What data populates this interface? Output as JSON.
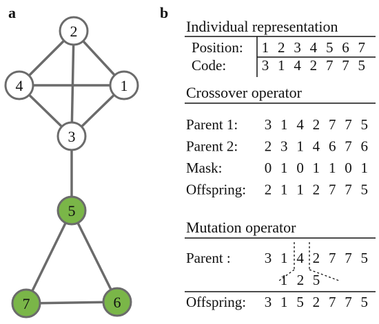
{
  "panel_a": {
    "label": "a",
    "nodes": [
      {
        "id": "1",
        "label": "1",
        "highlighted": false
      },
      {
        "id": "2",
        "label": "2",
        "highlighted": false
      },
      {
        "id": "3",
        "label": "3",
        "highlighted": false
      },
      {
        "id": "4",
        "label": "4",
        "highlighted": false
      },
      {
        "id": "5",
        "label": "5",
        "highlighted": true
      },
      {
        "id": "6",
        "label": "6",
        "highlighted": true
      },
      {
        "id": "7",
        "label": "7",
        "highlighted": true
      }
    ],
    "edges": [
      [
        "2",
        "4"
      ],
      [
        "2",
        "1"
      ],
      [
        "2",
        "3"
      ],
      [
        "4",
        "1"
      ],
      [
        "4",
        "3"
      ],
      [
        "1",
        "3"
      ],
      [
        "3",
        "5"
      ],
      [
        "5",
        "7"
      ],
      [
        "5",
        "6"
      ],
      [
        "7",
        "6"
      ]
    ],
    "colors": {
      "node_fill": "#ffffff",
      "highlight_fill": "#7ab648",
      "stroke": "#6b6b6b"
    }
  },
  "panel_b": {
    "label": "b",
    "individual": {
      "title": "Individual representation",
      "position_label": "Position:",
      "position_values": [
        "1",
        "2",
        "3",
        "4",
        "5",
        "6",
        "7"
      ],
      "code_label": "Code:",
      "code_values": [
        "3",
        "1",
        "4",
        "2",
        "7",
        "7",
        "5"
      ]
    },
    "crossover": {
      "title": "Crossover operator",
      "rows": [
        {
          "label": "Parent 1:",
          "values": [
            "3",
            "1",
            "4",
            "2",
            "7",
            "7",
            "5"
          ]
        },
        {
          "label": "Parent 2:",
          "values": [
            "2",
            "3",
            "1",
            "4",
            "6",
            "7",
            "6"
          ]
        },
        {
          "label": "Mask:",
          "values": [
            "0",
            "1",
            "0",
            "1",
            "1",
            "0",
            "1"
          ]
        },
        {
          "label": "Offspring:",
          "values": [
            "2",
            "1",
            "1",
            "2",
            "7",
            "7",
            "5"
          ]
        }
      ]
    },
    "mutation": {
      "title": "Mutation operator",
      "parent_label": "Parent :",
      "parent_values": [
        "3",
        "1",
        "4",
        "2",
        "7",
        "7",
        "5"
      ],
      "choices": [
        "1",
        "2",
        "5"
      ],
      "offspring_label": "Offspring:",
      "offspring_values": [
        "3",
        "1",
        "5",
        "2",
        "7",
        "7",
        "5"
      ]
    }
  }
}
